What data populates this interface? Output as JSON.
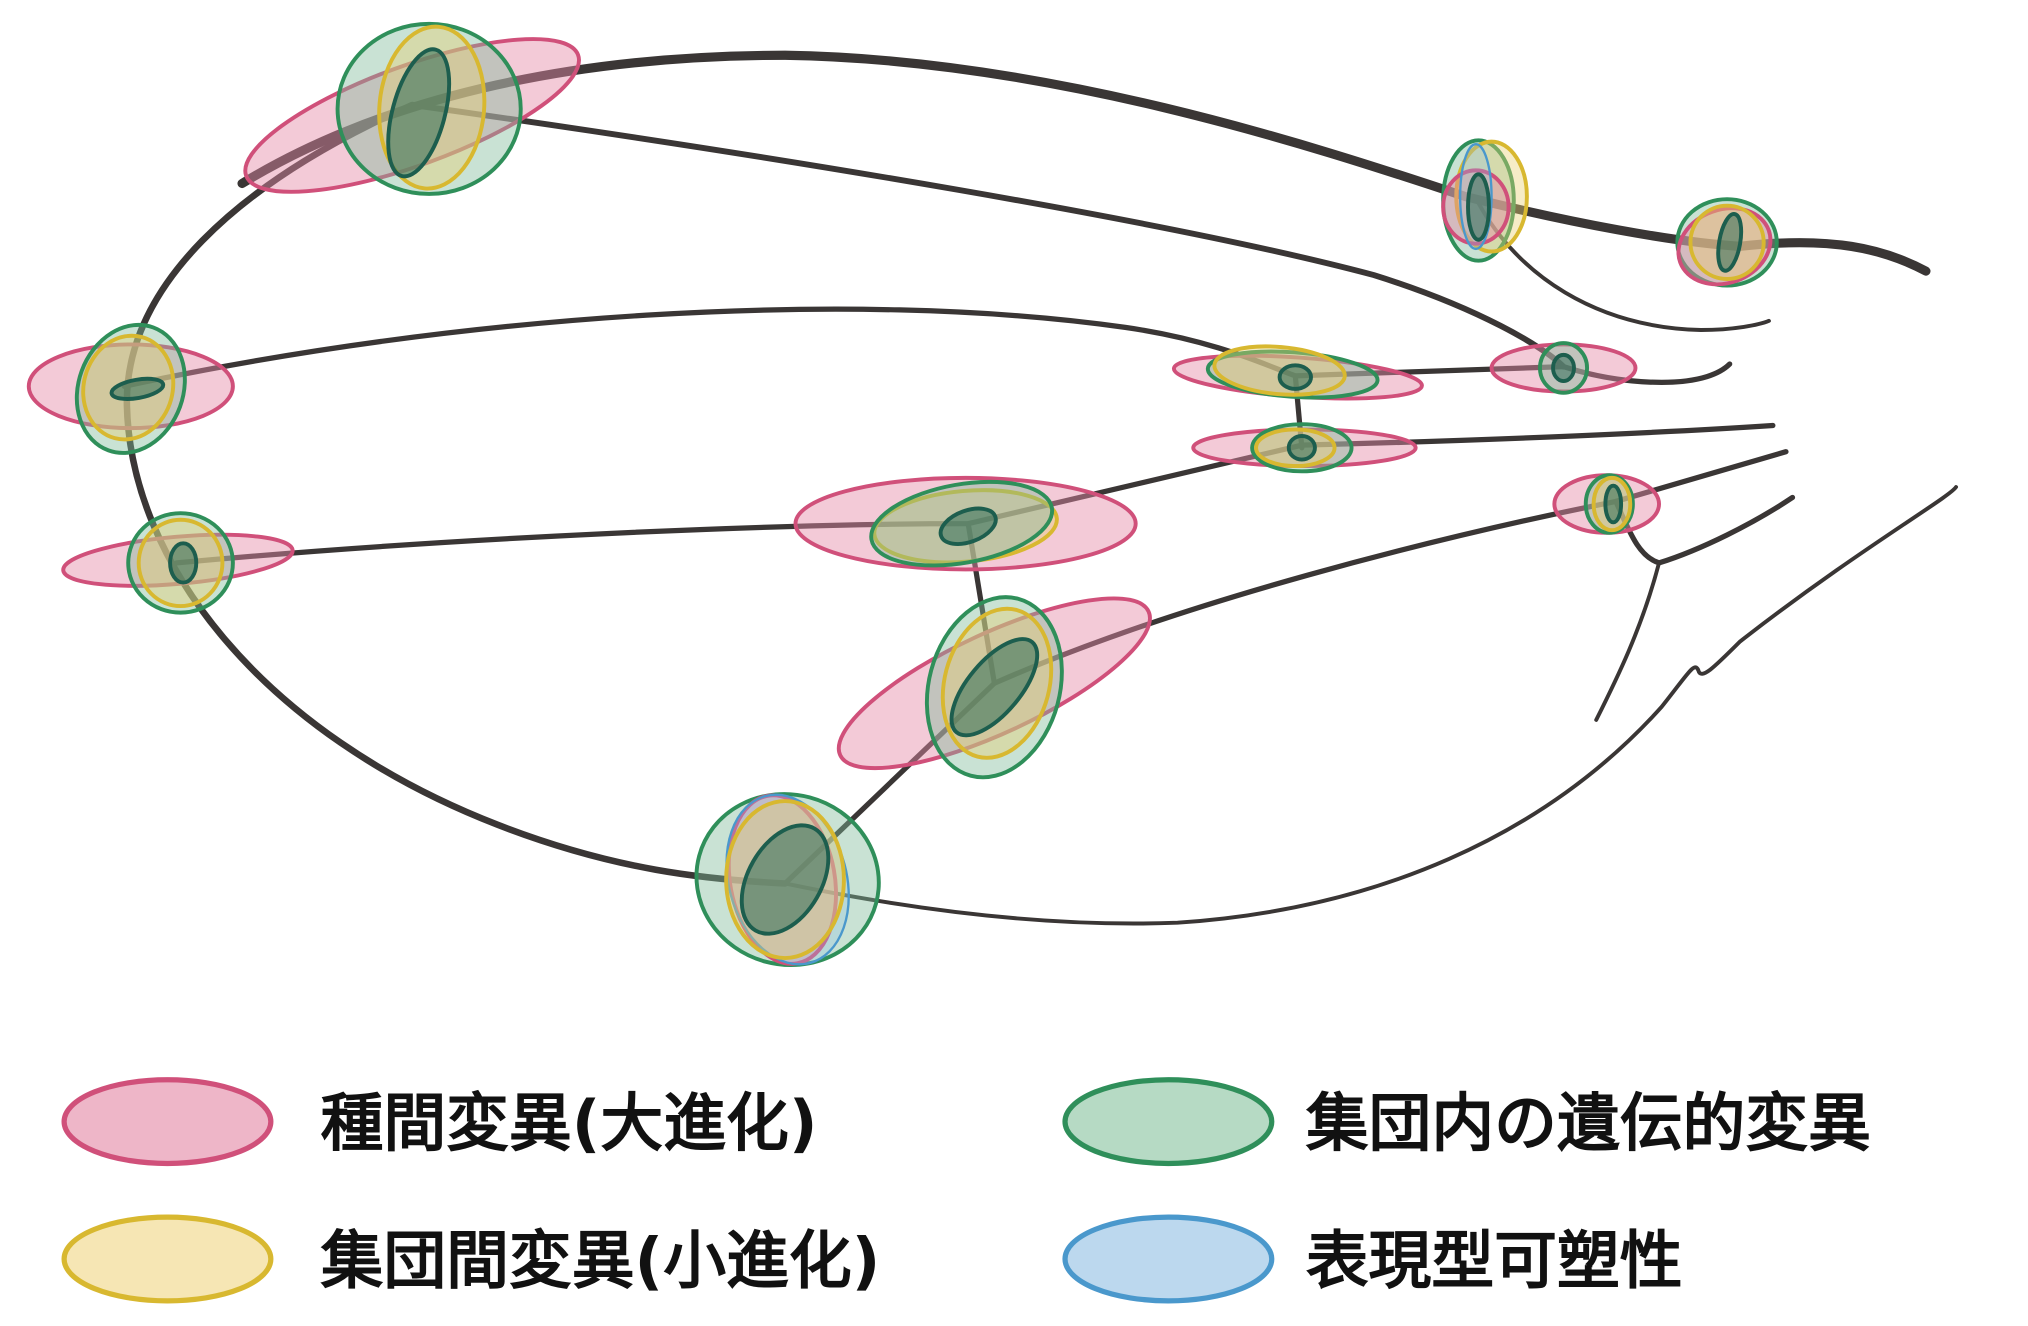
{
  "legend": {
    "items": [
      {
        "label": "種間変異(大進化)",
        "category": "interspecific",
        "fill": "#eeb6c8",
        "stroke": "#d0507a"
      },
      {
        "label": "集団内の遺伝的変異",
        "category": "within-population-genetic",
        "fill": "#b6dac4",
        "stroke": "#2f8f5a"
      },
      {
        "label": "集団間変異(小進化)",
        "category": "between-population",
        "fill": "#f6e6b4",
        "stroke": "#d8b830"
      },
      {
        "label": "表現型可塑性",
        "category": "plasticity",
        "fill": "#bcd8ee",
        "stroke": "#4a98cc"
      }
    ]
  },
  "colors": {
    "vein": "#3a3635",
    "inner_fill": "#2f6e58",
    "inner_stroke": "#1d5e4e"
  }
}
